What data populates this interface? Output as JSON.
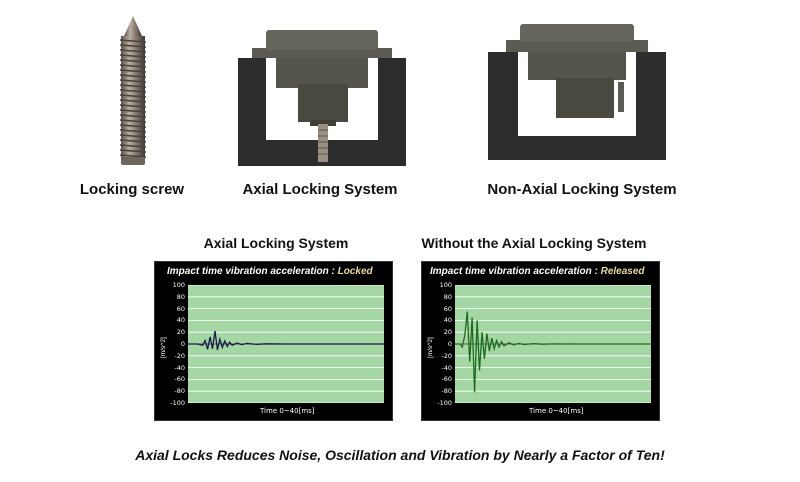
{
  "photos": {
    "screw_caption": "Locking screw",
    "axial_caption": "Axial Locking System",
    "non_axial_caption": "Non-Axial Locking System"
  },
  "charts_section": {
    "left_heading": "Axial Locking System",
    "right_heading": "Without the Axial Locking System"
  },
  "chart_data": [
    {
      "type": "line",
      "title": "Impact time vibration acceleration : ",
      "status": "Locked",
      "xlabel": "Time 0~40[ms]",
      "ylabel": "[m/s^2]",
      "ylim": [
        -100,
        100
      ],
      "yticks": [
        "100",
        "80",
        "60",
        "40",
        "20",
        "0",
        "-20",
        "-40",
        "-60",
        "-80",
        "-100"
      ],
      "grid": true,
      "series": [
        {
          "color": "#1a1a4a",
          "x": [
            0,
            1,
            2,
            3,
            3.5,
            4,
            4.5,
            5,
            5.5,
            6,
            6.5,
            7,
            7.5,
            8,
            8.5,
            9,
            10,
            11,
            12,
            14,
            16,
            20,
            25,
            30,
            40
          ],
          "values": [
            0,
            0,
            0,
            -2,
            6,
            -9,
            12,
            -8,
            22,
            -10,
            8,
            -6,
            5,
            -4,
            3,
            -2,
            1.5,
            -1,
            1,
            -0.6,
            0.4,
            0,
            0,
            0,
            0
          ]
        }
      ]
    },
    {
      "type": "line",
      "title": "Impact time vibration acceleration : ",
      "status": "Released",
      "xlabel": "Time 0~40[ms]",
      "ylabel": "[m/s^2]",
      "ylim": [
        -100,
        100
      ],
      "yticks": [
        "100",
        "80",
        "60",
        "40",
        "20",
        "0",
        "-20",
        "-40",
        "-60",
        "-80",
        "-100"
      ],
      "grid": true,
      "series": [
        {
          "color": "#1f6b1f",
          "x": [
            0,
            1,
            1.5,
            2,
            2.5,
            3,
            3.5,
            4,
            4.5,
            5,
            5.5,
            6,
            6.5,
            7,
            7.5,
            8,
            8.5,
            9,
            9.5,
            10,
            11,
            12,
            13,
            14,
            16,
            18,
            20,
            25,
            30,
            40
          ],
          "values": [
            0,
            0,
            -5,
            15,
            55,
            -30,
            45,
            -82,
            40,
            -45,
            20,
            -25,
            18,
            -12,
            10,
            -8,
            6,
            -5,
            4,
            -3,
            2,
            -1.5,
            1,
            -0.8,
            0.5,
            -0.3,
            0.2,
            0,
            0,
            0
          ]
        }
      ]
    }
  ],
  "footer_text": "Axial Locks Reduces Noise, Oscillation and Vibration by Nearly a Factor of Ten!"
}
